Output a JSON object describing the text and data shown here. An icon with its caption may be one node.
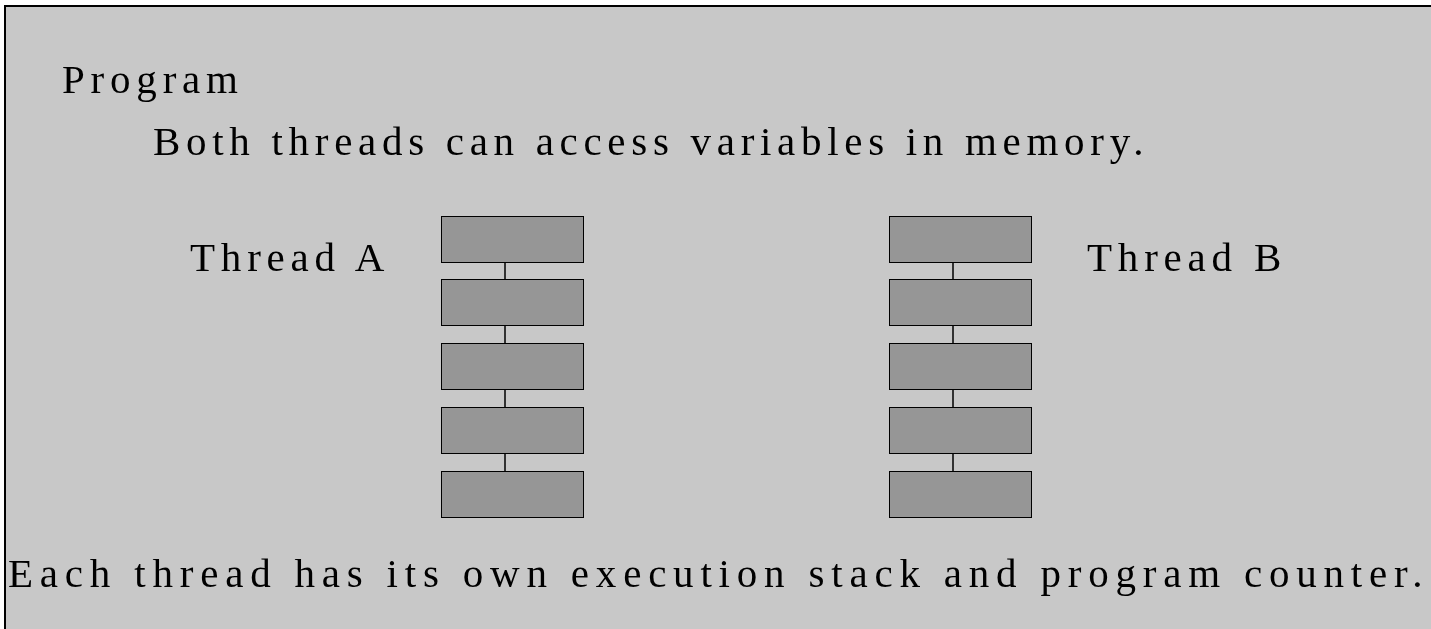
{
  "diagram": {
    "nodes": [
      {
        "text": [
          "Program",
          "Both threads can access variables in memory.",
          "Each thread has its own execution stack and program counter."
        ]
      },
      {
        "text": [],
        "shape": "box",
        "in": 0
      },
      {
        "text": [],
        "shape": "box",
        "in": 0
      },
      {
        "text": [],
        "shape": "box",
        "in": 0
      },
      {
        "text": [],
        "shape": "box",
        "in": 0
      },
      {
        "text": [],
        "shape": "box",
        "in": 0
      },
      {
        "text": [],
        "shape": "box",
        "in": 0
      },
      {
        "text": [],
        "shape": "box",
        "in": 0
      },
      {
        "text": [],
        "shape": "box",
        "in": 0
      },
      {
        "text": [],
        "shape": "box",
        "in": 0
      },
      {
        "text": [],
        "shape": "box",
        "in": 0
      }
    ],
    "edges": [
      {
        "from": 1,
        "to": 2,
        "arrow": "none"
      },
      {
        "from": 2,
        "to": 3,
        "arrow": "none"
      },
      {
        "from": 3,
        "to": 4,
        "arrow": "none"
      },
      {
        "from": 4,
        "to": 5,
        "arrow": "none"
      },
      {
        "from": 6,
        "to": 7,
        "arrow": "none"
      },
      {
        "from": 7,
        "to": 8,
        "arrow": "none"
      },
      {
        "from": 8,
        "to": 9,
        "arrow": "none"
      },
      {
        "from": 9,
        "to": 10,
        "arrow": "none"
      }
    ],
    "labels": [
      "Thread A",
      "Thread B"
    ]
  }
}
